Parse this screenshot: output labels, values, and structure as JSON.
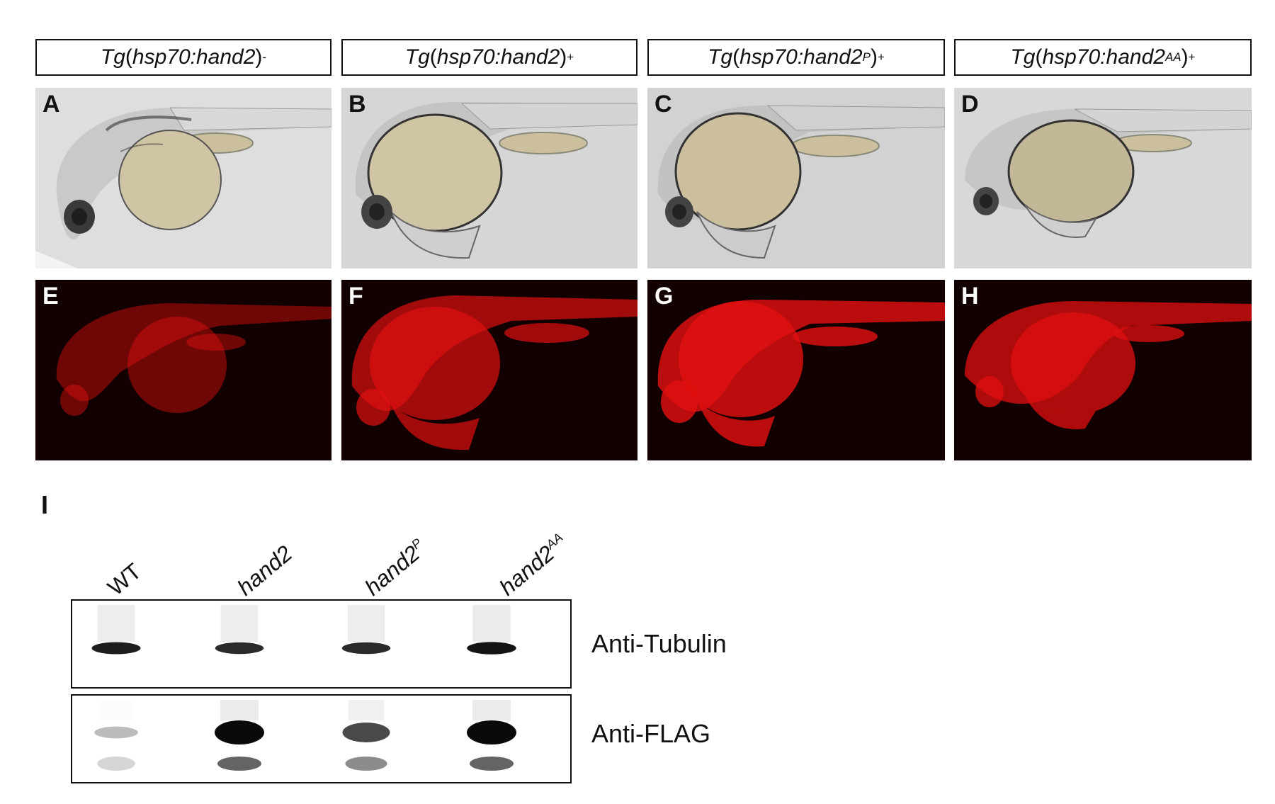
{
  "headers": [
    {
      "tg": "Tg",
      "open": "(",
      "construct": "hsp70:hand2",
      "close": ")",
      "sup": "",
      "sign": "-"
    },
    {
      "tg": "Tg",
      "open": "(",
      "construct": "hsp70:hand2",
      "close": ")",
      "sup": "",
      "sign": "+"
    },
    {
      "tg": "Tg",
      "open": "(",
      "construct": "hsp70:hand2",
      "close": ")",
      "sup": "P",
      "sign": "+"
    },
    {
      "tg": "Tg",
      "open": "(",
      "construct": "hsp70:hand2",
      "close": ")",
      "sup": "AA",
      "sign": "+"
    }
  ],
  "brightfield_labels": [
    "A",
    "B",
    "C",
    "D"
  ],
  "fluorescence_labels": [
    "E",
    "F",
    "G",
    "H"
  ],
  "fluorescence_intensity": [
    0.35,
    0.75,
    0.95,
    0.85
  ],
  "western": {
    "panel_label": "I",
    "lanes": [
      {
        "name": "WT",
        "sup": ""
      },
      {
        "name": "hand2",
        "sup": ""
      },
      {
        "name": "hand2",
        "sup": "P"
      },
      {
        "name": "hand2",
        "sup": "AA"
      }
    ],
    "antibodies": [
      "Anti-Tubulin",
      "Anti-FLAG"
    ],
    "tubulin_band_intensity": [
      0.9,
      0.85,
      0.85,
      0.95
    ],
    "flag_band_intensity": [
      0.15,
      1.0,
      0.7,
      1.0
    ]
  },
  "colors": {
    "fluorescence": "#e01010",
    "fluor_background": "#120000",
    "brightfield_background": "#dcdcdc",
    "yolk": "#cfc4a4"
  }
}
